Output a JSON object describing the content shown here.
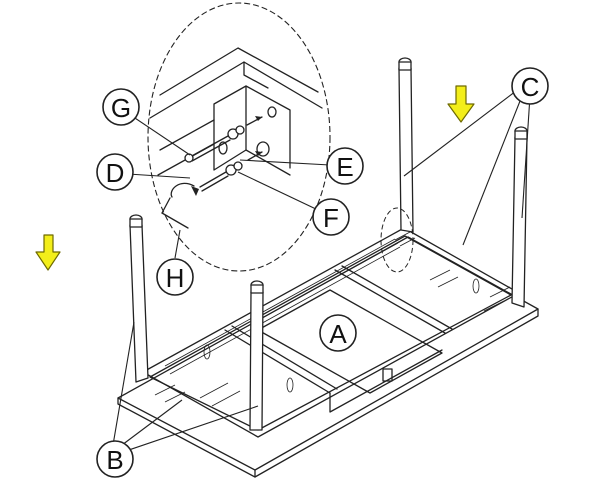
{
  "callouts": {
    "A": "A",
    "B": "B",
    "C": "C",
    "D": "D",
    "E": "E",
    "F": "F",
    "G": "G",
    "H": "H"
  },
  "colors": {
    "arrow_fill": "#f3ee1a",
    "line": "#222222",
    "background": "#ffffff"
  },
  "icons": {
    "down_arrow": "down-arrow-icon",
    "allen_key": "allen-key-icon"
  }
}
